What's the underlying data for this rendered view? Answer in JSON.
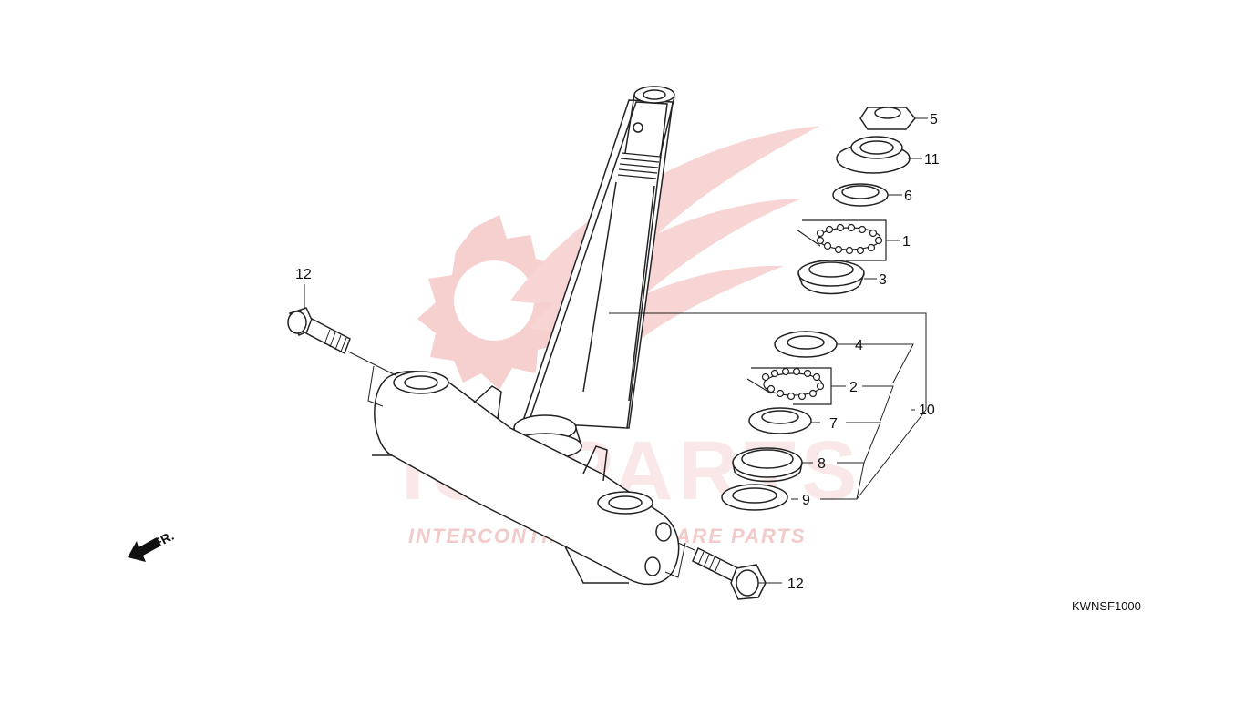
{
  "diagram": {
    "drawing_code": "KWNSF1000",
    "direction_marker": "FR.",
    "watermark": {
      "logo_text": "ICSPARTS",
      "tagline": "INTERCONTINENTAL SPARE PARTS",
      "color": "#e7a0a0"
    },
    "callouts": {
      "c1": "1",
      "c2": "2",
      "c3": "3",
      "c4": "4",
      "c5": "5",
      "c6": "6",
      "c7": "7",
      "c8": "8",
      "c9": "9",
      "c10": "10",
      "c11": "11",
      "c12a": "12",
      "c12b": "12"
    }
  }
}
